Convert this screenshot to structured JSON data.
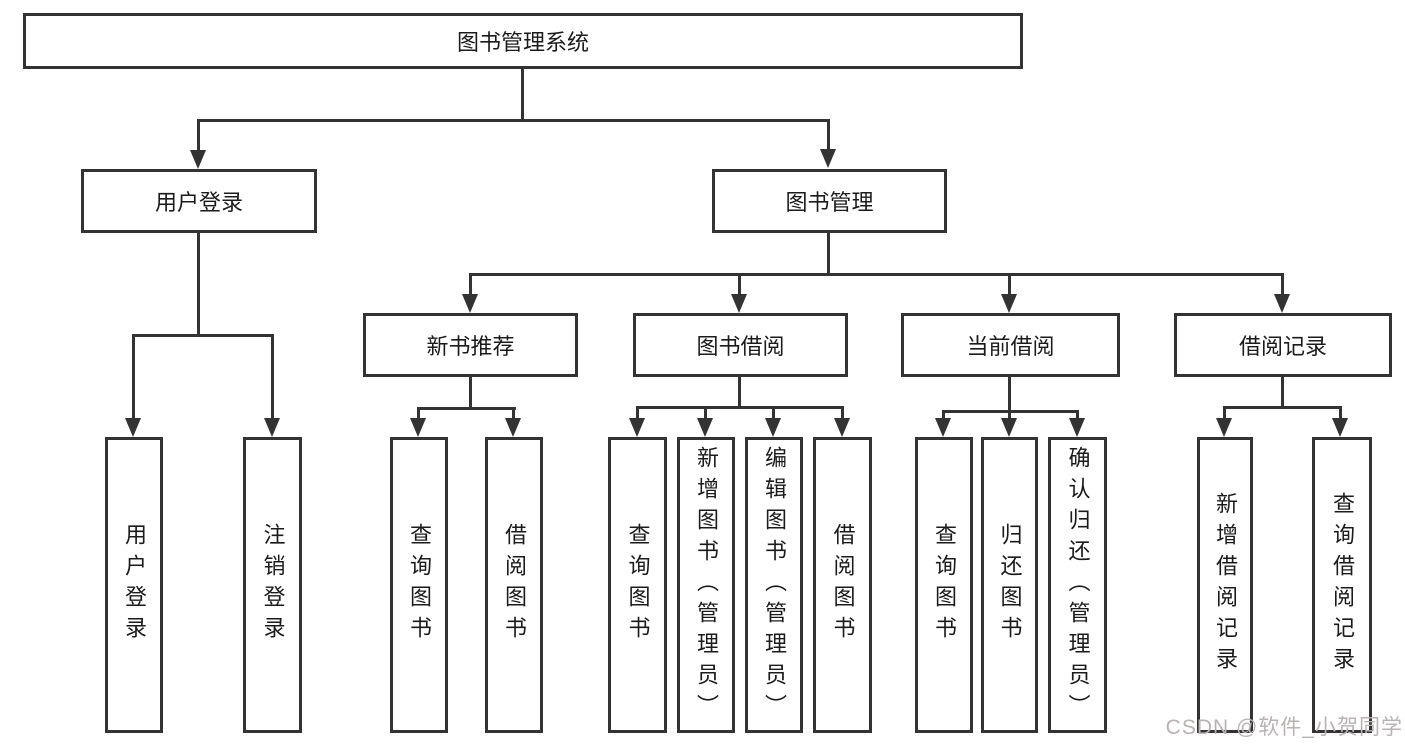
{
  "diagram": {
    "root": {
      "label": "图书管理系统"
    },
    "branches": [
      {
        "label": "用户登录",
        "children": [
          {
            "label": "用户登录"
          },
          {
            "label": "注销登录"
          }
        ]
      },
      {
        "label": "图书管理",
        "children": [
          {
            "label": "新书推荐",
            "children": [
              {
                "label": "查询图书"
              },
              {
                "label": "借阅图书"
              }
            ]
          },
          {
            "label": "图书借阅",
            "children": [
              {
                "label": "查询图书"
              },
              {
                "label": "新增图书（管理员）"
              },
              {
                "label": "编辑图书（管理员）"
              },
              {
                "label": "借阅图书"
              }
            ]
          },
          {
            "label": "当前借阅",
            "children": [
              {
                "label": "查询图书"
              },
              {
                "label": "归还图书"
              },
              {
                "label": "确认归还（管理员）"
              }
            ]
          },
          {
            "label": "借阅记录",
            "children": [
              {
                "label": "新增借阅记录"
              },
              {
                "label": "查询借阅记录"
              }
            ]
          }
        ]
      }
    ]
  },
  "watermark": {
    "text": "CSDN @软件_小贺同学"
  },
  "colors": {
    "line": "#333333",
    "box_border": "#333333",
    "text": "#1b1b1b",
    "watermark": "#b9b2b2",
    "background": "#ffffff"
  }
}
